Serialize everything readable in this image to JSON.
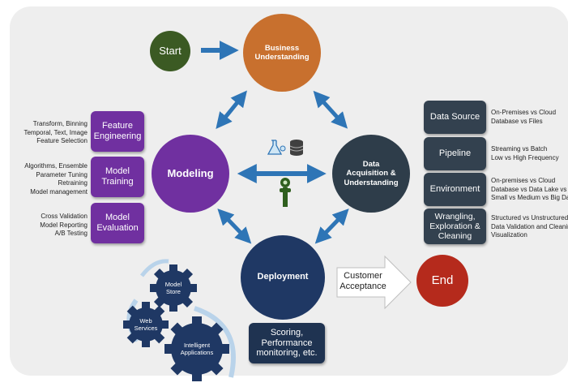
{
  "nodes": {
    "start": "Start",
    "business_understanding": "Business Understanding",
    "modeling": "Modeling",
    "data_acquisition": "Data Acquisition & Understanding",
    "deployment": "Deployment",
    "end": "End",
    "customer_acceptance": "Customer Acceptance"
  },
  "modeling_steps": [
    {
      "label": "Feature Engineering",
      "details": [
        "Transform, Binning",
        "Temporal, Text, Image",
        "Feature Selection"
      ]
    },
    {
      "label": "Model Training",
      "details": [
        "Algorithms, Ensemble",
        "Parameter Tuning",
        "Retraining",
        "Model management"
      ]
    },
    {
      "label": "Model Evaluation",
      "details": [
        "Cross Validation",
        "Model Reporting",
        "A/B Testing"
      ]
    }
  ],
  "data_steps": [
    {
      "label": "Data Source",
      "details": [
        "On-Premises vs Cloud",
        "Database vs Files"
      ]
    },
    {
      "label": "Pipeline",
      "details": [
        "Streaming vs Batch",
        "Low vs High Frequency"
      ]
    },
    {
      "label": "Environment",
      "details": [
        "On-premises vs Cloud",
        "Database vs Data Lake  vs ...",
        "Small vs Medium vs Big Data"
      ]
    },
    {
      "label": "Wrangling, Exploration & Cleaning",
      "details": [
        "Structured vs Unstructured",
        "Data Validation and Cleaning",
        "Visualization"
      ]
    }
  ],
  "deployment_box": "Scoring, Performance monitoring, etc.",
  "gears": {
    "model_store": "Model Store",
    "web_services": "Web Services",
    "intelligent_applications": "Intelligent Applications"
  },
  "colors": {
    "start": "#3b5a23",
    "business": "#c8702e",
    "modeling": "#7030a0",
    "data": "#2e3d4a",
    "deployment": "#1f3864",
    "end": "#b52a1c",
    "arrow": "#2e75b6"
  },
  "icons": [
    "flask-icon",
    "database-icon",
    "hand-gear-icon",
    "gear-icon"
  ]
}
